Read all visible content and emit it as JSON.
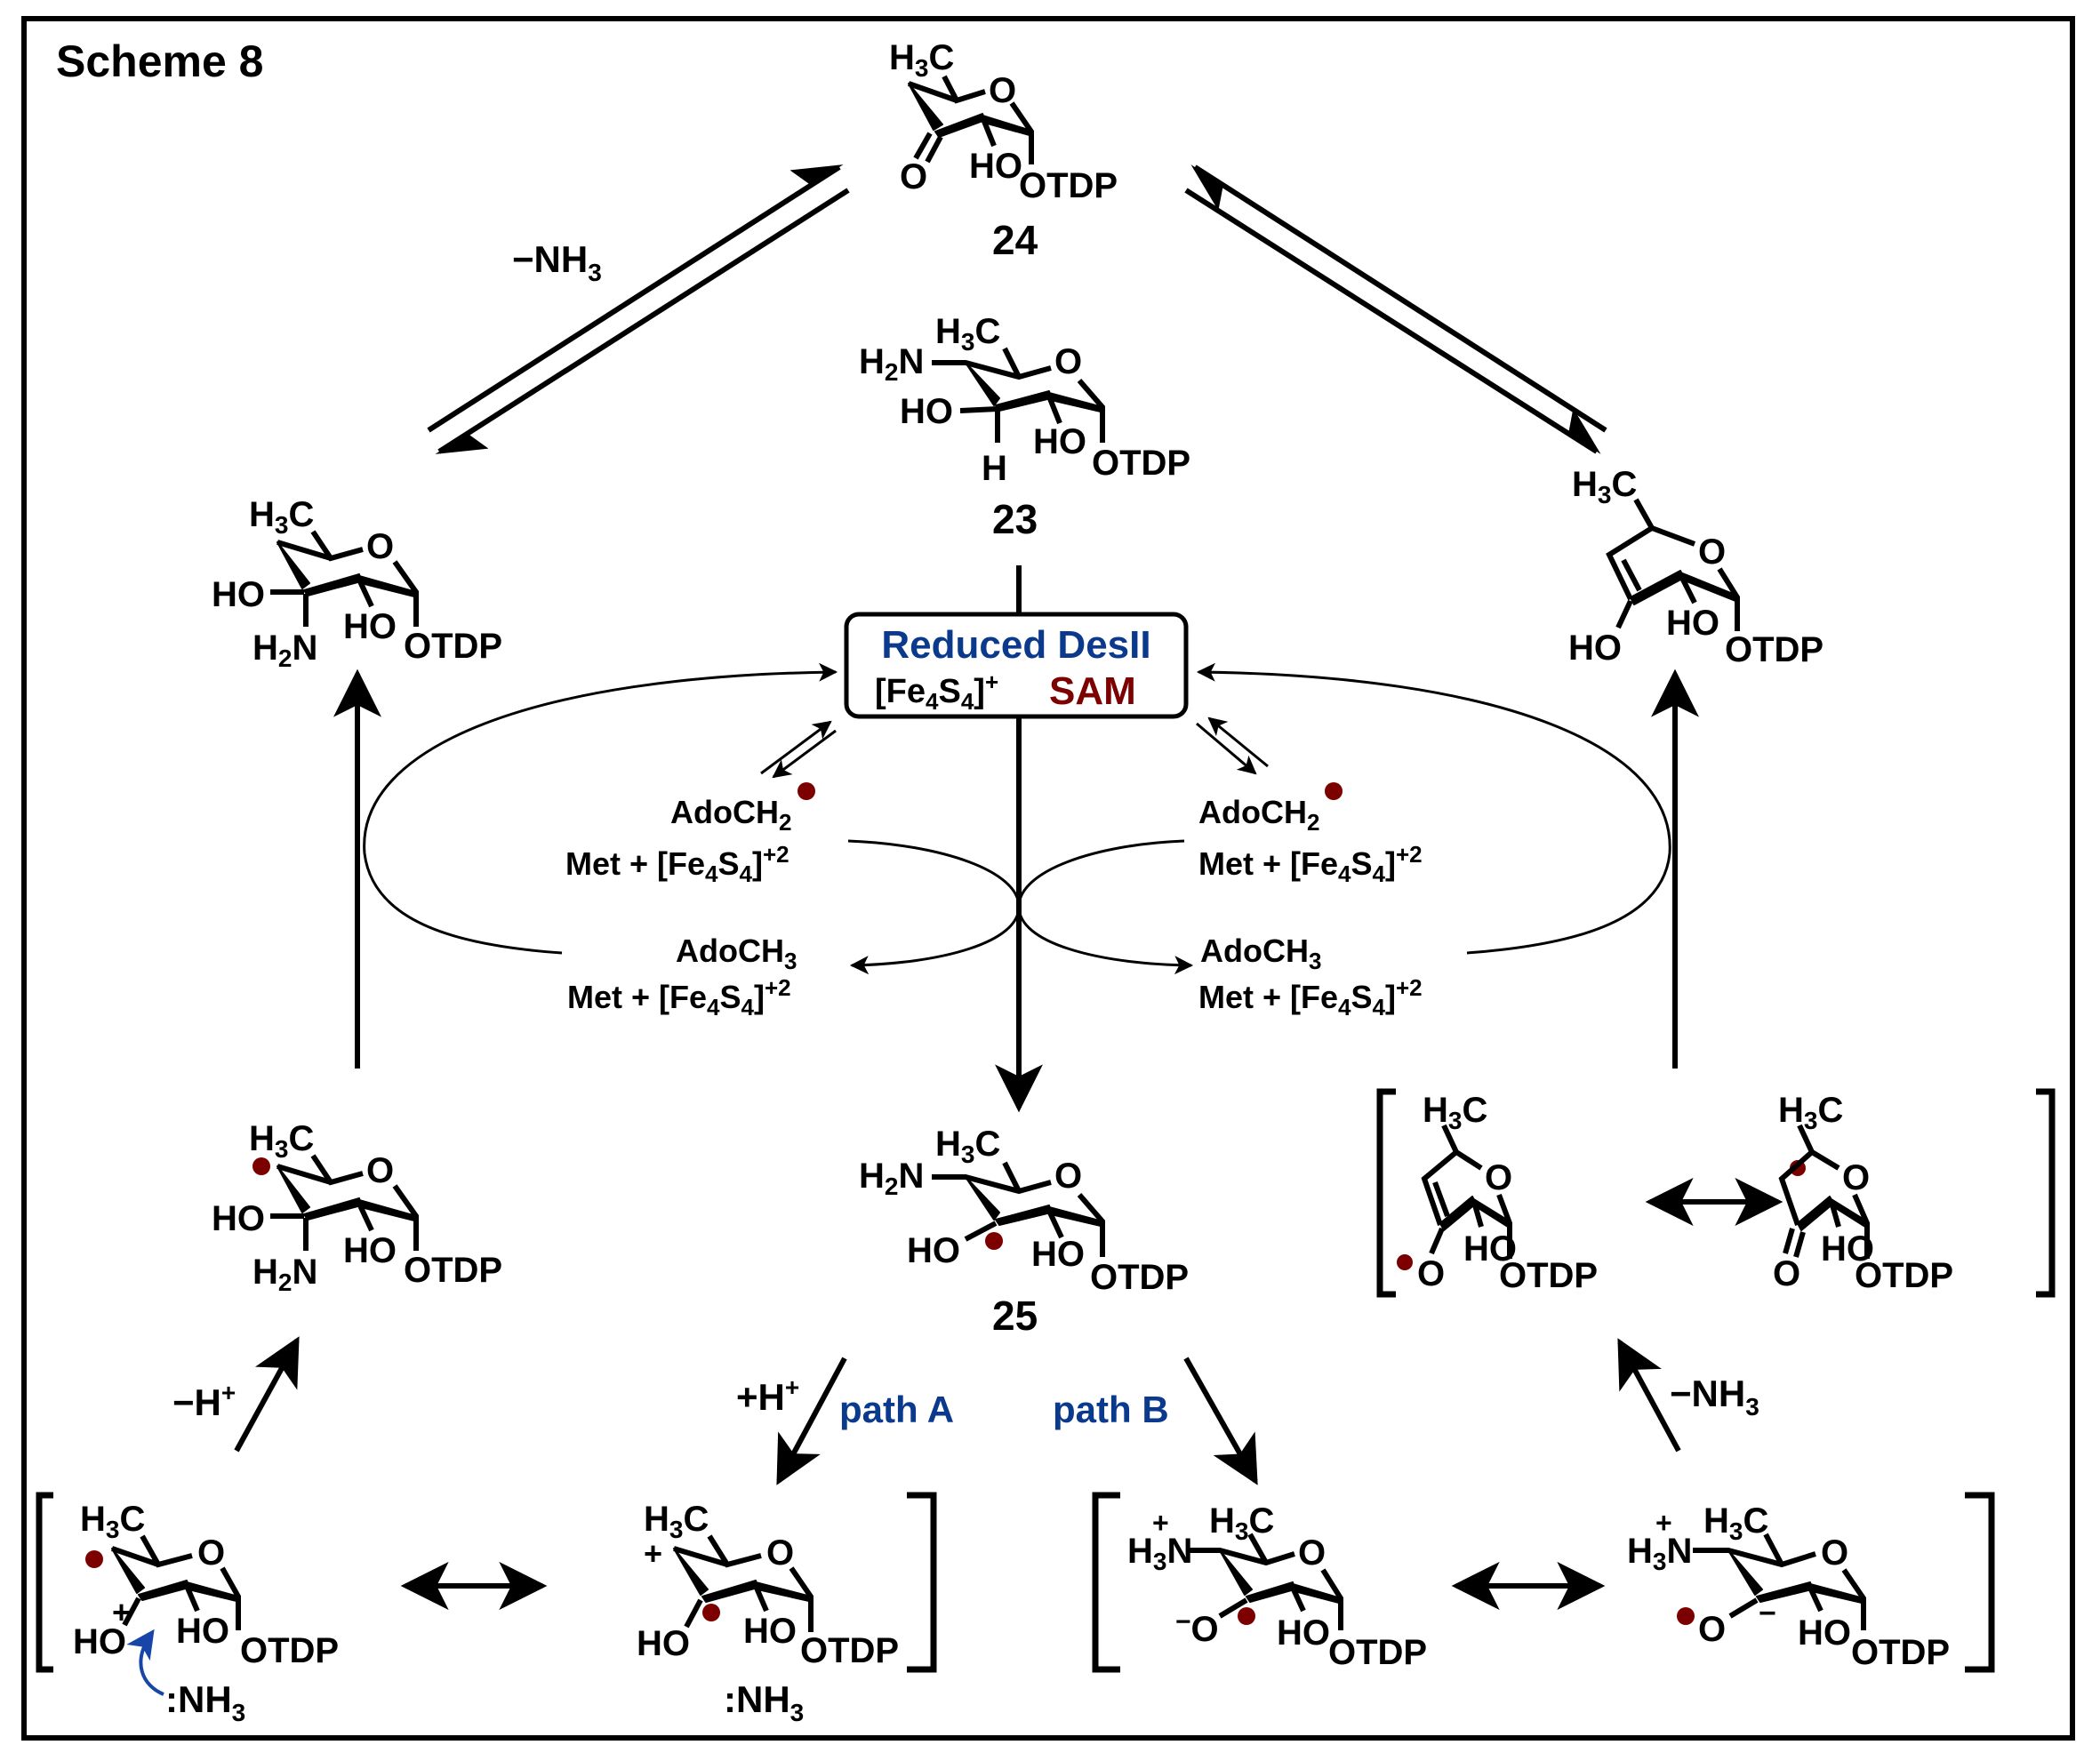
{
  "title": "Scheme 8",
  "colors": {
    "enzyme_blue": "#0b3a8c",
    "sam_red": "#7d0000",
    "radical_dot": "#7d0000",
    "curly_arrow": "#1846a8"
  },
  "compounds": {
    "c24": {
      "number": "24",
      "labels": [
        "H3C",
        "O",
        "O",
        "HO",
        "OTDP"
      ]
    },
    "c23": {
      "number": "23",
      "labels": [
        "H3C",
        "H2N",
        "O",
        "HO",
        "H",
        "HO",
        "OTDP"
      ]
    },
    "c25": {
      "number": "25",
      "labels": [
        "H3C",
        "H2N",
        "O",
        "HO",
        "HO",
        "OTDP"
      ]
    },
    "upper_left": {
      "labels": [
        "H3C",
        "O",
        "HO",
        "H2N",
        "HO",
        "OTDP"
      ]
    },
    "mid_left_radical": {
      "labels": [
        "H3C",
        "O",
        "HO",
        "H2N",
        "HO",
        "OTDP"
      ]
    },
    "upper_right_enol": {
      "labels": [
        "H3C",
        "O",
        "HO",
        "HO",
        "OTDP"
      ]
    },
    "right_resonance_a": {
      "labels": [
        "H3C",
        "O",
        "O",
        "HO",
        "OTDP"
      ]
    },
    "right_resonance_b": {
      "labels": [
        "H3C",
        "O",
        "O",
        "HO",
        "OTDP"
      ]
    },
    "bottom_1": {
      "labels": [
        "H3C",
        "O",
        "+",
        "HO",
        "HO",
        "OTDP",
        "NH3"
      ]
    },
    "bottom_2": {
      "labels": [
        "H3C",
        "+",
        "O",
        "HO",
        "HO",
        "OTDP",
        "NH3"
      ]
    },
    "bottom_3": {
      "labels": [
        "H3N",
        "+",
        "H3C",
        "O",
        "−O",
        "HO",
        "OTDP"
      ]
    },
    "bottom_4": {
      "labels": [
        "H3N",
        "+",
        "H3C",
        "O",
        "O",
        "−",
        "HO",
        "OTDP"
      ]
    }
  },
  "enzyme_box": {
    "name": "Reduced DesII",
    "cluster": "[Fe4S4]+",
    "cofactor": "SAM"
  },
  "cycle_left": {
    "radical": "AdoCH2",
    "radical_products": "Met + [Fe4S4]+2",
    "quenched": "AdoCH3",
    "quenched_products": "Met + [Fe4S4]+2"
  },
  "cycle_right": {
    "radical": "AdoCH2",
    "radical_products": "Met + [Fe4S4]+2",
    "quenched": "AdoCH3",
    "quenched_products": "Met + [Fe4S4]+2"
  },
  "arrow_labels": {
    "top_left_loss": "−NH3",
    "left_deprotonation": "−H+",
    "path_a_protonation": "+H+",
    "path_a": "path A",
    "path_b": "path B",
    "right_loss": "−NH3"
  }
}
